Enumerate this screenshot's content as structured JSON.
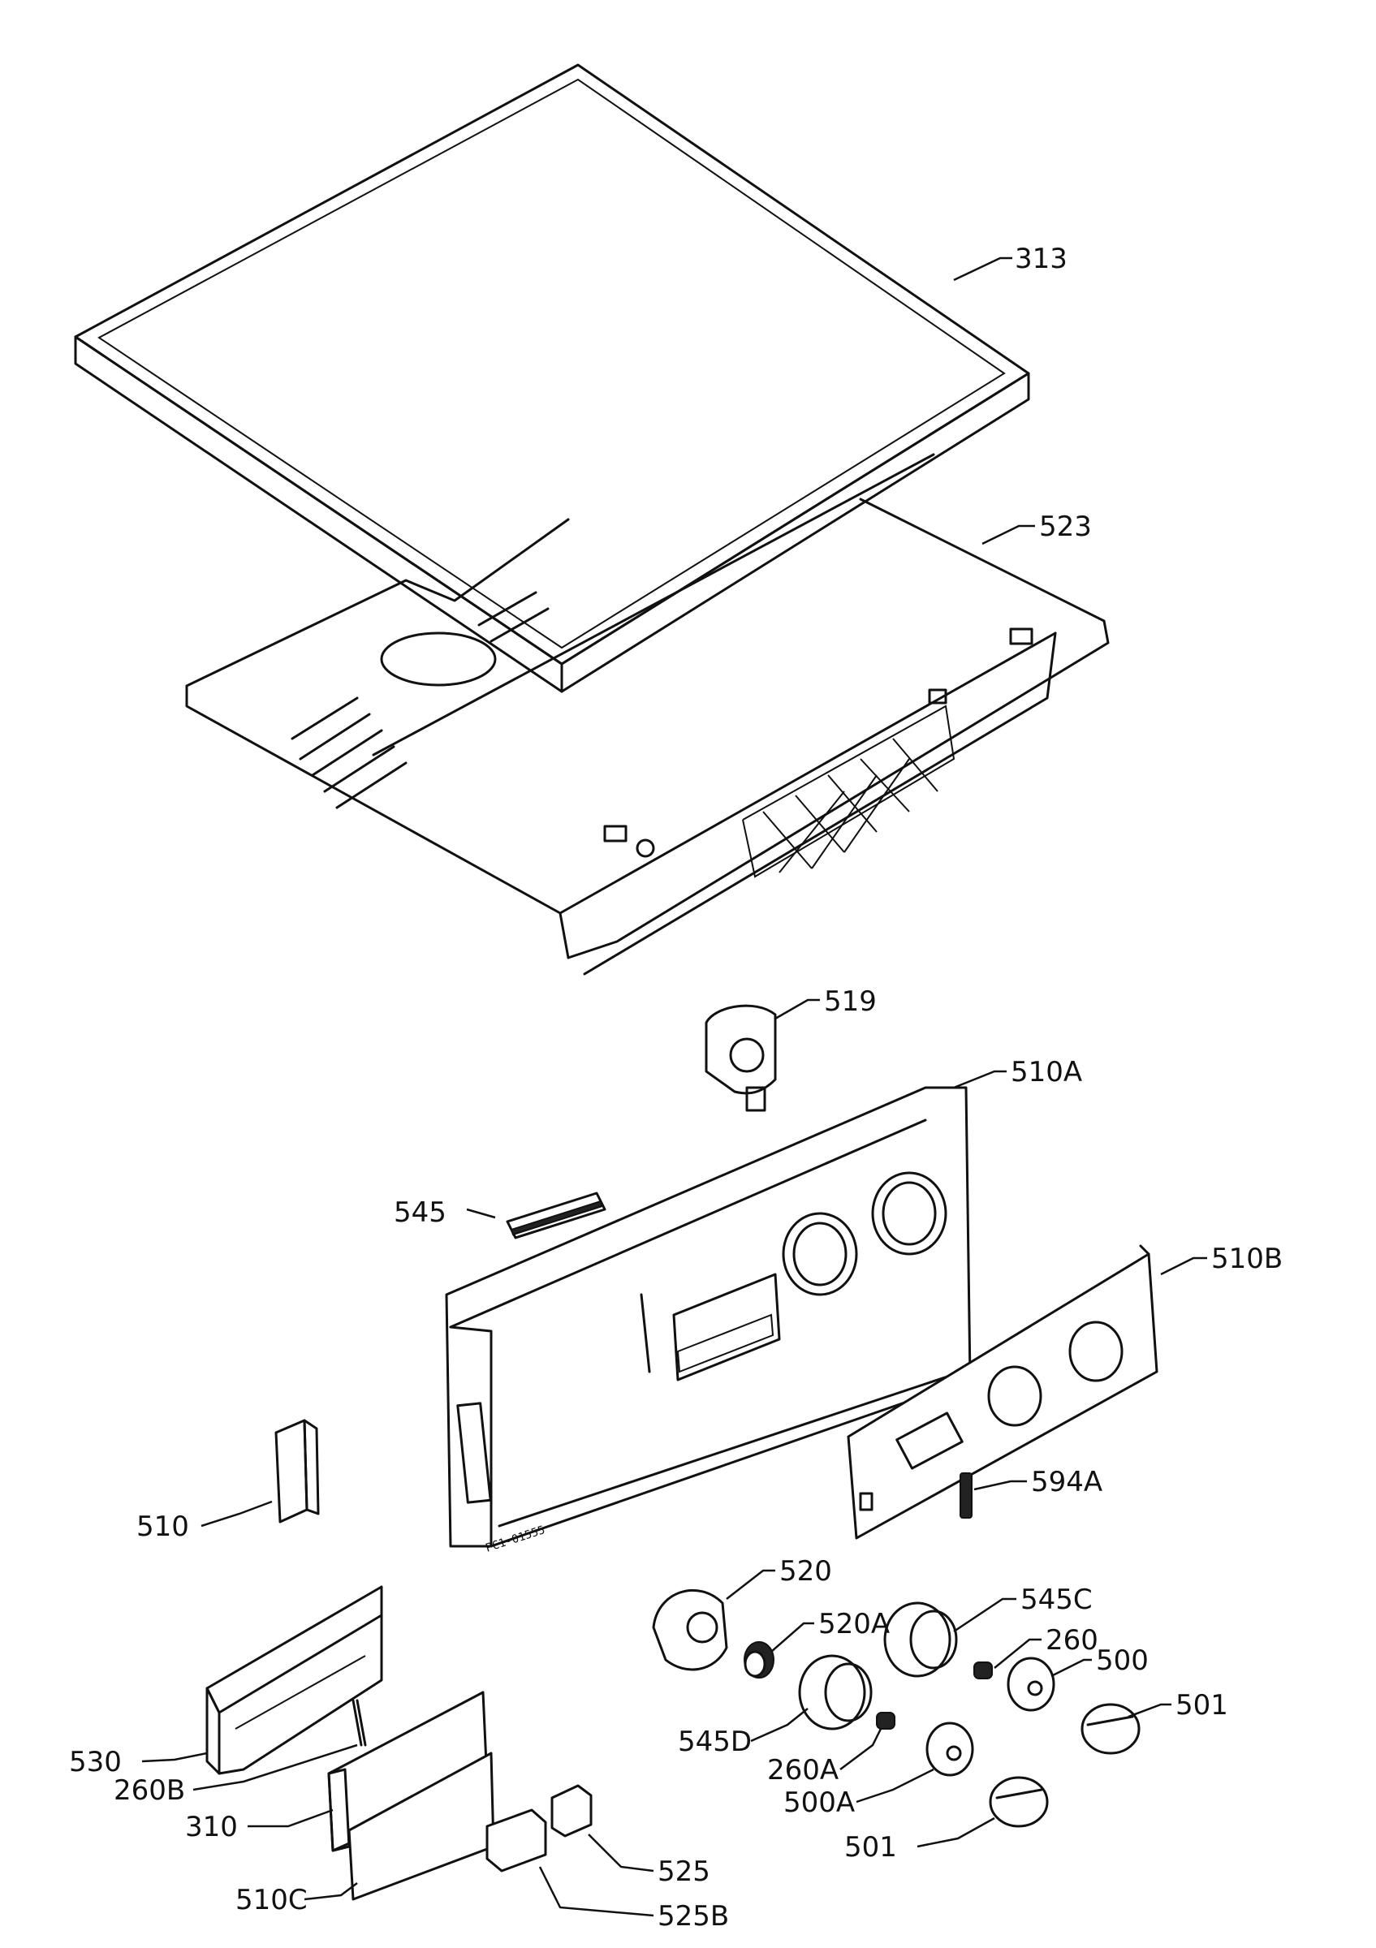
{
  "labels": [
    {
      "id": "313",
      "text": "313"
    },
    {
      "id": "523",
      "text": "523"
    },
    {
      "id": "519",
      "text": "519"
    },
    {
      "id": "510A",
      "text": "510A"
    },
    {
      "id": "545",
      "text": "545"
    },
    {
      "id": "510B",
      "text": "510B"
    },
    {
      "id": "510",
      "text": "510"
    },
    {
      "id": "594A",
      "text": "594A"
    },
    {
      "id": "520",
      "text": "520"
    },
    {
      "id": "520A",
      "text": "520A"
    },
    {
      "id": "545C",
      "text": "545C"
    },
    {
      "id": "260",
      "text": "260"
    },
    {
      "id": "500",
      "text": "500"
    },
    {
      "id": "501r",
      "text": "501"
    },
    {
      "id": "545D",
      "text": "545D"
    },
    {
      "id": "260A",
      "text": "260A"
    },
    {
      "id": "530",
      "text": "530"
    },
    {
      "id": "260B",
      "text": "260B"
    },
    {
      "id": "500A",
      "text": "500A"
    },
    {
      "id": "310",
      "text": "310"
    },
    {
      "id": "501l",
      "text": "501"
    },
    {
      "id": "525",
      "text": "525"
    },
    {
      "id": "510C",
      "text": "510C"
    },
    {
      "id": "525B",
      "text": "525B"
    }
  ],
  "stamp": "PC1-01555"
}
